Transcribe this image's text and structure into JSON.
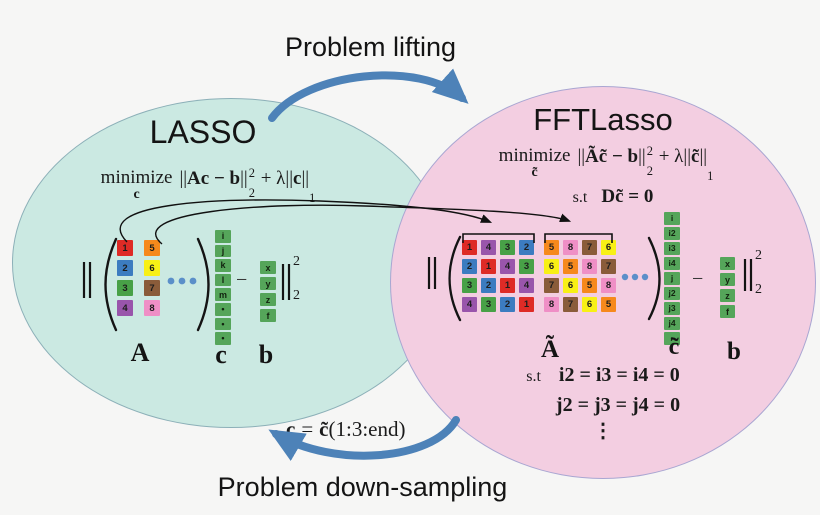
{
  "labels": {
    "problem_lifting": "Problem lifting",
    "problem_downsampling": "Problem down-sampling"
  },
  "downsample_formula": {
    "lhs": "c",
    "eq": "=",
    "rhs": "c̃",
    "args": "(1:3:end)"
  },
  "lasso": {
    "title": "LASSO",
    "obj": {
      "minimize": "minimize",
      "var": "c",
      "norm_open": "||",
      "term": "Ac − b",
      "norm_close": "||",
      "sup": "2",
      "sub": "2",
      "plus": " + λ",
      "l1_open": "||",
      "l1_var": "c",
      "l1_close": "||",
      "l1_sub": "1"
    },
    "matrix_columns": [
      [
        "1",
        "2",
        "3",
        "4"
      ],
      [
        "5",
        "6",
        "7",
        "8"
      ]
    ],
    "c_vector": [
      "i",
      "j",
      "k",
      "l",
      "m",
      "•",
      "•",
      "•"
    ],
    "b_vector": [
      "x",
      "y",
      "z",
      "f"
    ],
    "minus": "−",
    "labels": {
      "A": "A",
      "c": "c",
      "b": "b"
    },
    "norm_sup": "2",
    "norm_sub": "2"
  },
  "fftlasso": {
    "title": "FFTLasso",
    "obj": {
      "minimize": "minimize",
      "var": "c̃",
      "norm_open": "||",
      "term": "Ãc̃ − b",
      "norm_close": "||",
      "sup": "2",
      "sub": "2",
      "plus": " + λ",
      "l1_open": "||",
      "l1_var": "c̃",
      "l1_close": "||",
      "l1_sub": "1"
    },
    "st": "s.t",
    "constraint": "Dc̃ = 0",
    "block1_rows": [
      [
        "1",
        "4",
        "3",
        "2"
      ],
      [
        "2",
        "1",
        "4",
        "3"
      ],
      [
        "3",
        "2",
        "1",
        "4"
      ],
      [
        "4",
        "3",
        "2",
        "1"
      ]
    ],
    "block2_rows": [
      [
        "5",
        "8",
        "7",
        "6"
      ],
      [
        "6",
        "5",
        "8",
        "7"
      ],
      [
        "7",
        "6",
        "5",
        "8"
      ],
      [
        "8",
        "7",
        "6",
        "5"
      ]
    ],
    "c_vector": [
      "i",
      "i2",
      "i3",
      "i4",
      "j",
      "j2",
      "j3",
      "j4",
      "•"
    ],
    "b_vector": [
      "x",
      "y",
      "z",
      "f"
    ],
    "minus": "−",
    "labels": {
      "A": "Ã",
      "c": "c̃",
      "b": "b"
    },
    "norm_sup": "2",
    "norm_sub": "2",
    "constraints_st": "s.t",
    "constraint_lines": [
      "i2 = i3 = i4 = 0",
      "j2 = j3 = j4 = 0"
    ],
    "vdots": "⋮"
  },
  "cell_colors": {
    "1": "#de2b26",
    "2": "#3c7cc0",
    "3": "#48a147",
    "4": "#9955ab",
    "5": "#f6891c",
    "6": "#f8f015",
    "7": "#8a5c3a",
    "8": "#ef8fc6"
  },
  "vector_color": "#55a55a",
  "colors": {
    "teal_circle": "#cbe9e2",
    "pink_circle": "#f3cee1",
    "arrow_blue": "#4d82b8",
    "background": "#f6f6f5"
  }
}
